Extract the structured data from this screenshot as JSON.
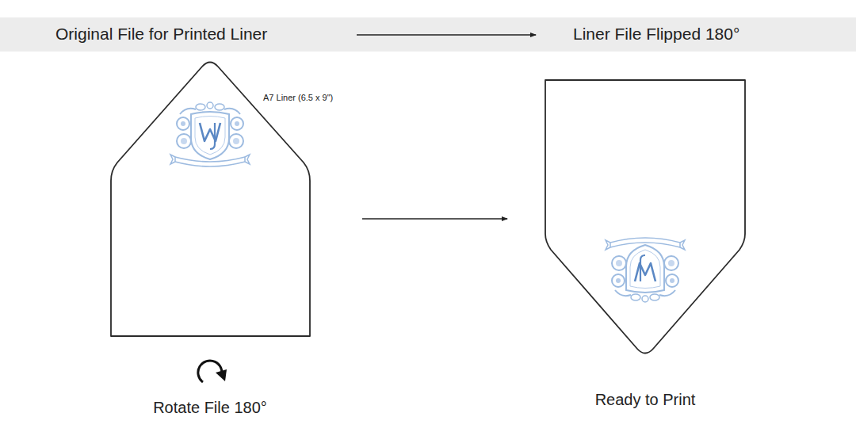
{
  "diagram": {
    "nodes": [
      {
        "text": [
          "A7 Liner (6.5 x 9\")",
          "Rotate File 180°"
        ]
      },
      {
        "text": [
          "Ready to Print"
        ]
      }
    ],
    "edges": [
      {
        "from": 0,
        "to": 1,
        "arrow": "to"
      }
    ],
    "labels": [
      "Original File for Printed Liner",
      "Liner File Flipped 180°"
    ]
  }
}
